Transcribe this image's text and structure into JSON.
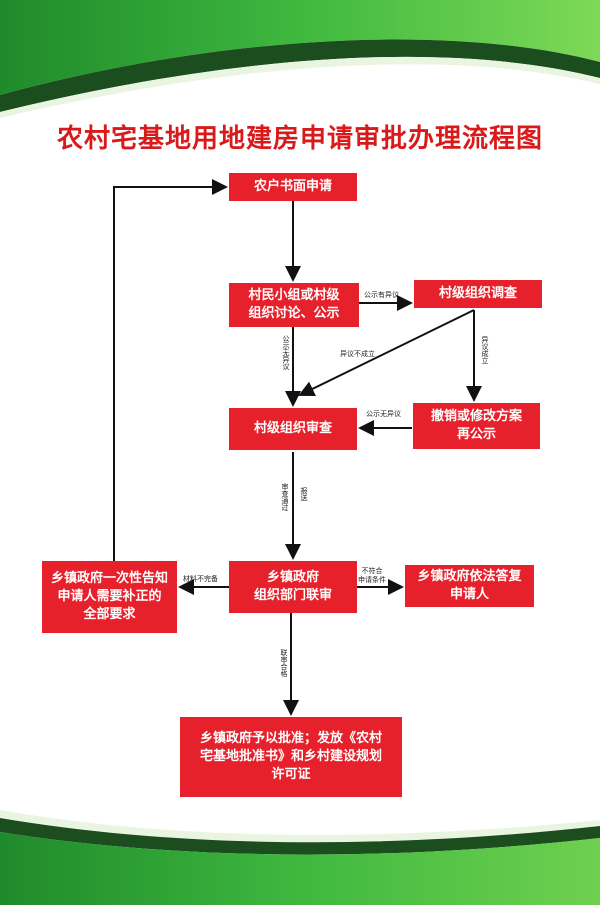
{
  "title": "农村宅基地用地建房申请审批办理流程图",
  "nodes": {
    "application": "农户书面申请",
    "village_group_discussion": "村民小组或村级\n组织讨论、公示",
    "village_investigation": "村级组织调查",
    "village_review": "村级组织审查",
    "revoke_modify": "撤销或修改方案\n再公示",
    "township_joint_review": "乡镇政府\n组织部门联审",
    "township_reply": "乡镇政府依法答复\n申请人",
    "township_notify": "乡镇政府一次性告知\n申请人需要补正的\n全部要求",
    "township_approval": "乡镇政府予以批准；发放《农村\n宅基地批准书》和乡村建设规划\n许可证"
  },
  "edge_labels": {
    "public_no_objection_1": "公示无异议",
    "public_has_objection": "公示有异议",
    "objection_invalid": "异议不成立",
    "objection_valid": "异议成立",
    "public_no_objection_2": "公示无异议",
    "review_passed": "审查通过",
    "submit": "报送",
    "materials_incomplete": "材料不完备",
    "not_meet_conditions": "不符合\n申请条件",
    "joint_review_passed": "联审合格"
  },
  "colors": {
    "node_fill": "#e6212b",
    "title": "#d81a1a",
    "band_green": "#2e9e2e",
    "band_dark": "#1b4d1e"
  }
}
